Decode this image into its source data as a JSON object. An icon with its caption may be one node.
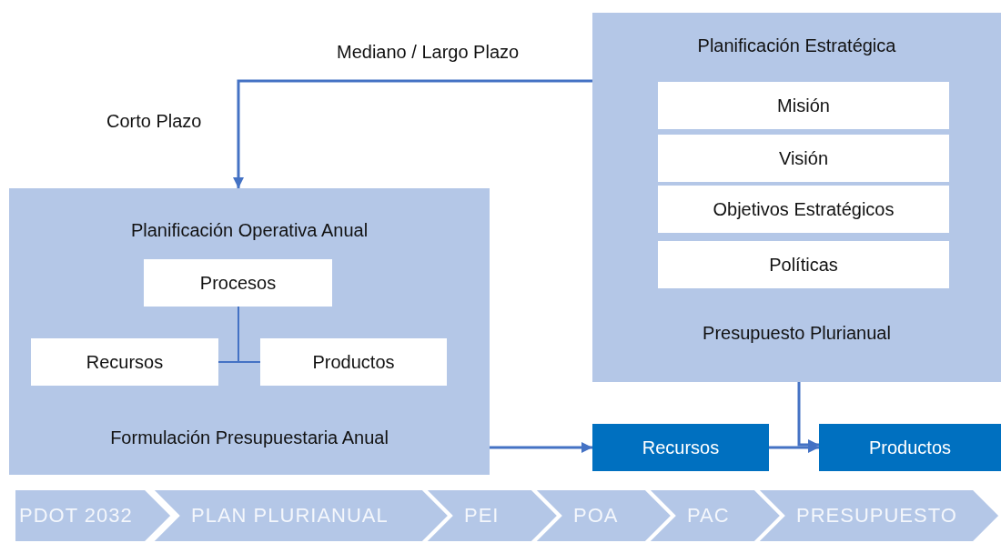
{
  "diagram": {
    "nodes": [
      {
        "text": [
          "Planificación Estratégica",
          "Presupuesto Plurianual"
        ]
      },
      {
        "text": [
          "Misión"
        ],
        "in": 0
      },
      {
        "text": [
          "Visión"
        ],
        "in": 0
      },
      {
        "text": [
          "Objetivos Estratégicos"
        ],
        "in": 0
      },
      {
        "text": [
          "Políticas"
        ],
        "in": 0
      },
      {
        "text": [
          "Planificación Operativa Anual",
          "Formulación Presupuestaria Anual"
        ]
      },
      {
        "text": [
          "Procesos"
        ],
        "in": 5
      },
      {
        "text": [
          "Recursos"
        ],
        "in": 5
      },
      {
        "text": [
          "Productos"
        ],
        "in": 5
      },
      {
        "text": [
          "Recursos"
        ]
      },
      {
        "text": [
          "Productos"
        ]
      },
      {
        "text": [
          "PDOT 2032"
        ]
      },
      {
        "text": [
          "PLAN PLURIANUAL"
        ]
      },
      {
        "text": [
          "PEI"
        ]
      },
      {
        "text": [
          "POA"
        ]
      },
      {
        "text": [
          "PAC"
        ]
      },
      {
        "text": [
          "PRESUPUESTO"
        ]
      }
    ],
    "edges": [
      {
        "from": 0,
        "to": 5,
        "arrow": "to"
      },
      {
        "from": 6,
        "to": 7,
        "arrow": "none"
      },
      {
        "from": 6,
        "to": 8,
        "arrow": "none"
      },
      {
        "from": 5,
        "to": 9,
        "arrow": "to"
      },
      {
        "from": 9,
        "to": 10,
        "arrow": "to"
      },
      {
        "from": 0,
        "to": 10,
        "arrow": "to"
      }
    ],
    "labels": [
      "Mediano / Largo Plazo",
      "Corto Plazo"
    ]
  }
}
